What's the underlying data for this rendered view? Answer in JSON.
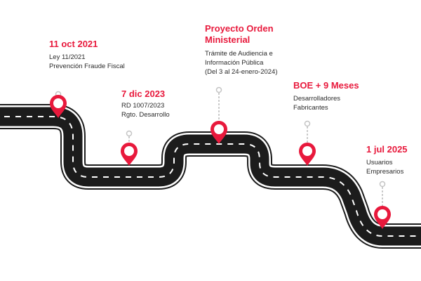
{
  "colors": {
    "accent": "#e8193c",
    "road": "#1c1c1c",
    "road_edge": "#ffffff",
    "lane": "#ffffff",
    "dots": "#c4c4c4",
    "text": "#2a2a2a"
  },
  "milestones": [
    {
      "date": "11 oct 2021",
      "lines": [
        "Ley 11/2021",
        "Prevención Fraude Fiscal"
      ],
      "icon": "map-pin-icon"
    },
    {
      "date": "7 dic 2023",
      "lines": [
        "RD 1007/2023",
        "Rgto. Desarrollo"
      ],
      "icon": "map-pin-icon"
    },
    {
      "date": "Proyecto Orden Ministerial",
      "date_lines": [
        "Proyecto Orden",
        "Ministerial"
      ],
      "lines": [
        "Trámite de Audiencia e",
        "Información Pública",
        "(Del 3 al 24-enero-2024)"
      ],
      "icon": "map-pin-icon"
    },
    {
      "date": "BOE + 9 Meses",
      "lines": [
        "Desarrolladores",
        "Fabricantes"
      ],
      "icon": "map-pin-icon"
    },
    {
      "date": "1 jul 2025",
      "lines": [
        "Usuarios",
        "Empresarios"
      ],
      "icon": "map-pin-icon"
    }
  ]
}
